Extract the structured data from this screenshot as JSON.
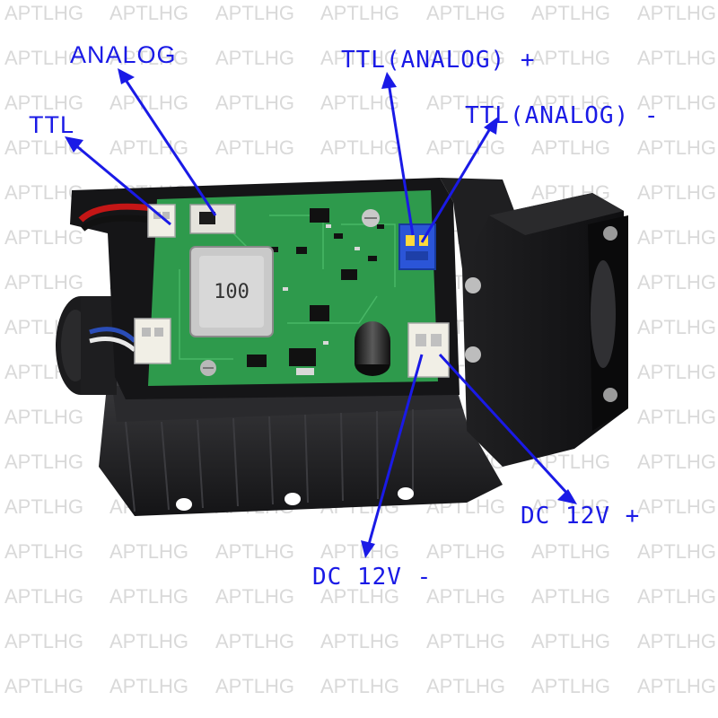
{
  "watermark": {
    "text": "APTLHG"
  },
  "labels": {
    "analog": "ANALOG",
    "ttl": "TTL",
    "ttl_analog_plus": "TTL(ANALOG) +",
    "ttl_analog_minus": "TTL(ANALOG) -",
    "dc_plus": "DC 12V +",
    "dc_minus": "DC 12V -"
  },
  "components": {
    "inductor_marking": "100"
  },
  "colors": {
    "label": "#1a1ae6",
    "heatsink": "#1c1c1e",
    "pcb": "#2e9a4c",
    "connector_blue": "#2b55d8",
    "connector_white": "#f1efe6"
  }
}
